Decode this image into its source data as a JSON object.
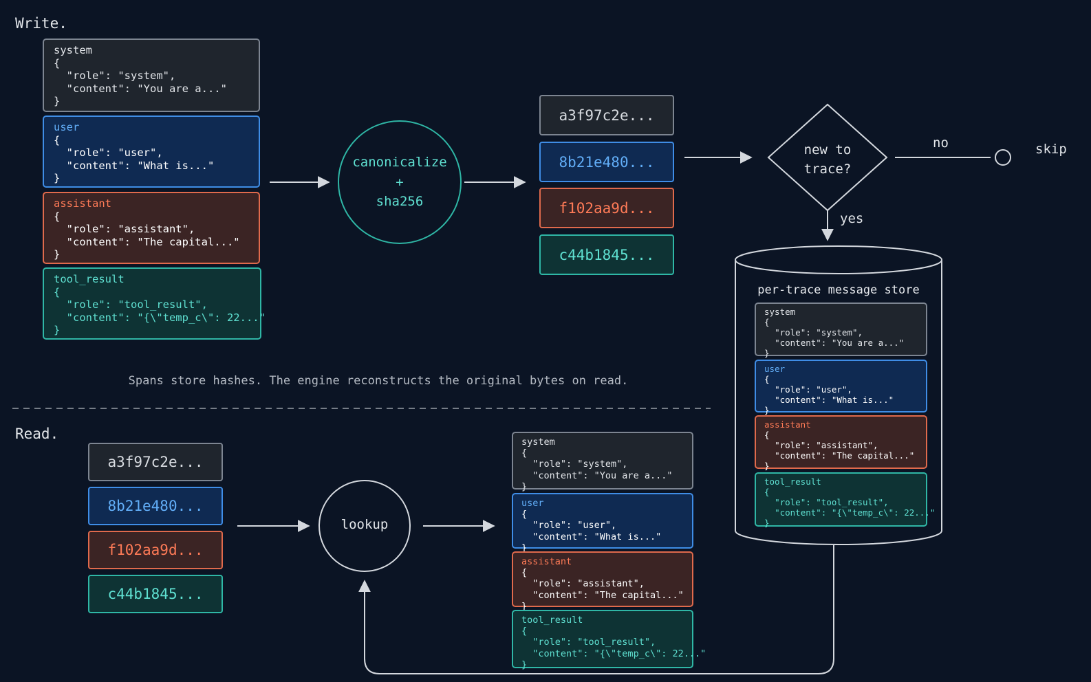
{
  "sections": {
    "write": "Write.",
    "read": "Read."
  },
  "messages": [
    {
      "role": "system",
      "json_role": "\"role\": \"system\",",
      "json_content": "\"content\": \"You are a...\""
    },
    {
      "role": "user",
      "json_role": "\"role\": \"user\",",
      "json_content": "\"content\": \"What is...\""
    },
    {
      "role": "assistant",
      "json_role": "\"role\": \"assistant\",",
      "json_content": "\"content\": \"The capital...\""
    },
    {
      "role": "tool_result",
      "json_role": "\"role\": \"tool_result\",",
      "json_content": "\"content\": \"{\\\"temp_c\\\": 22...\""
    }
  ],
  "braces": {
    "open": "{",
    "close": "}"
  },
  "hashes": [
    "a3f97c2e...",
    "8b21e480...",
    "f102aa9d...",
    "c44b1845..."
  ],
  "canonicalize": {
    "line1": "canonicalize",
    "line2": "+",
    "line3": "sha256"
  },
  "decision": {
    "line1": "new to",
    "line2": "trace?",
    "no": "no",
    "yes": "yes",
    "skip": "skip"
  },
  "store": {
    "title": "per-trace message store"
  },
  "caption": "Spans store hashes. The engine reconstructs the original bytes on read.",
  "lookup": "lookup",
  "colors": {
    "background": "#0b1424",
    "system": "#7d8591",
    "user": "#3f8de6",
    "assistant": "#e06a4c",
    "tool_result": "#2fb7a6",
    "arrow": "#d4d8de"
  }
}
